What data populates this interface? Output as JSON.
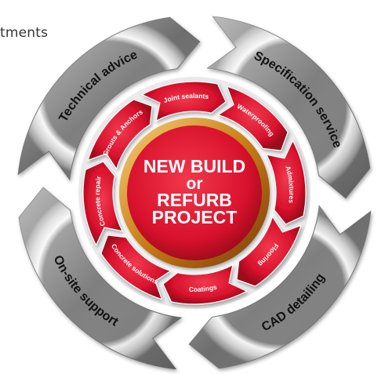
{
  "fragment_text": "tments",
  "center": {
    "line1": "NEW BUILD",
    "line2": "or",
    "line3": "REFURB",
    "line4": "PROJECT"
  },
  "outer_services": [
    {
      "label": "Technical advice"
    },
    {
      "label": "Specification service"
    },
    {
      "label": "CAD detailing"
    },
    {
      "label": "On-site support"
    }
  ],
  "inner_products": [
    {
      "label": "Waterproofing"
    },
    {
      "label": "Admixtures"
    },
    {
      "label": "Flooring"
    },
    {
      "label": "Coatings"
    },
    {
      "label": "Concrete solutions"
    },
    {
      "label": "Concrete repair"
    },
    {
      "label": "Grouts & Anchors"
    },
    {
      "label": "Joint sealants"
    }
  ],
  "colors": {
    "red": "#d8112c",
    "red_dark": "#8e0716",
    "silver_light": "#f4f4f4",
    "silver_dark": "#8a8a8a",
    "gold": "#d99a2b",
    "text_dark": "#1a1a1a"
  }
}
